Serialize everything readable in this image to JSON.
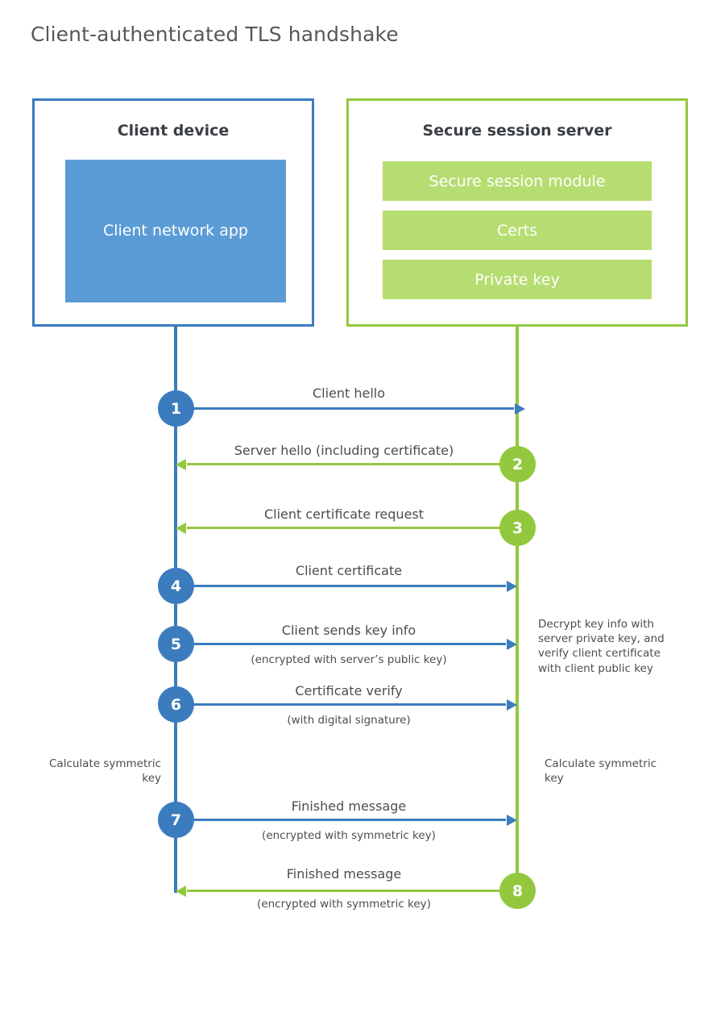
{
  "title": "Client-authenticated TLS handshake",
  "colors": {
    "blue_line": "#3b7cbe",
    "blue_fill": "#5b9bd5",
    "green_line": "#93c83e",
    "green_fill": "#b6dd71",
    "title_text": "#56585b",
    "body_text": "#4a4d51",
    "heading_text": "#3b3f44"
  },
  "client_panel": {
    "heading": "Client device",
    "app_label": "Client network app"
  },
  "server_panel": {
    "heading": "Secure session server",
    "bars": [
      {
        "label": "Secure session module"
      },
      {
        "label": "Certs"
      },
      {
        "label": "Private key"
      }
    ]
  },
  "lifelines": {
    "client_name": "client-lifeline",
    "server_name": "server-lifeline"
  },
  "steps": [
    {
      "number": "1",
      "label": "Client hello",
      "sublabel": "",
      "direction": "client-to-server",
      "color": "blue"
    },
    {
      "number": "2",
      "label": "Server hello (including certificate)",
      "sublabel": "",
      "direction": "server-to-client",
      "color": "green"
    },
    {
      "number": "3",
      "label": "Client certificate request",
      "sublabel": "",
      "direction": "server-to-client",
      "color": "green"
    },
    {
      "number": "4",
      "label": "Client certificate",
      "sublabel": "",
      "direction": "client-to-server",
      "color": "blue"
    },
    {
      "number": "5",
      "label": "Client sends key info",
      "sublabel": "(encrypted with server’s public key)",
      "direction": "client-to-server",
      "color": "blue"
    },
    {
      "number": "6",
      "label": "Certificate verify",
      "sublabel": "(with digital signature)",
      "direction": "client-to-server",
      "color": "blue"
    },
    {
      "number": "7",
      "label": "Finished message",
      "sublabel": "(encrypted with symmetric key)",
      "direction": "client-to-server",
      "color": "blue"
    },
    {
      "number": "8",
      "label": "Finished message",
      "sublabel": "(encrypted with symmetric key)",
      "direction": "server-to-client",
      "color": "green"
    }
  ],
  "notes": {
    "server_decrypt": "Decrypt key info with server private key, and verify client certificate with client public key",
    "client_calculate": "Calculate symmetric key",
    "server_calculate": "Calculate symmetric key"
  },
  "chart_data": {
    "type": "sequence-diagram",
    "title": "Client-authenticated TLS handshake",
    "participants": [
      "Client device",
      "Secure session server"
    ],
    "messages": [
      {
        "step": 1,
        "from": "Client device",
        "to": "Secure session server",
        "label": "Client hello"
      },
      {
        "step": 2,
        "from": "Secure session server",
        "to": "Client device",
        "label": "Server hello (including certificate)"
      },
      {
        "step": 3,
        "from": "Secure session server",
        "to": "Client device",
        "label": "Client certificate request"
      },
      {
        "step": 4,
        "from": "Client device",
        "to": "Secure session server",
        "label": "Client certificate"
      },
      {
        "step": 5,
        "from": "Client device",
        "to": "Secure session server",
        "label": "Client sends key info",
        "note": "(encrypted with server’s public key)"
      },
      {
        "step": 6,
        "from": "Client device",
        "to": "Secure session server",
        "label": "Certificate verify",
        "note": "(with digital signature)"
      },
      {
        "step": 7,
        "from": "Client device",
        "to": "Secure session server",
        "label": "Finished message",
        "note": "(encrypted with symmetric key)"
      },
      {
        "step": 8,
        "from": "Secure session server",
        "to": "Client device",
        "label": "Finished message",
        "note": "(encrypted with symmetric key)"
      }
    ]
  }
}
